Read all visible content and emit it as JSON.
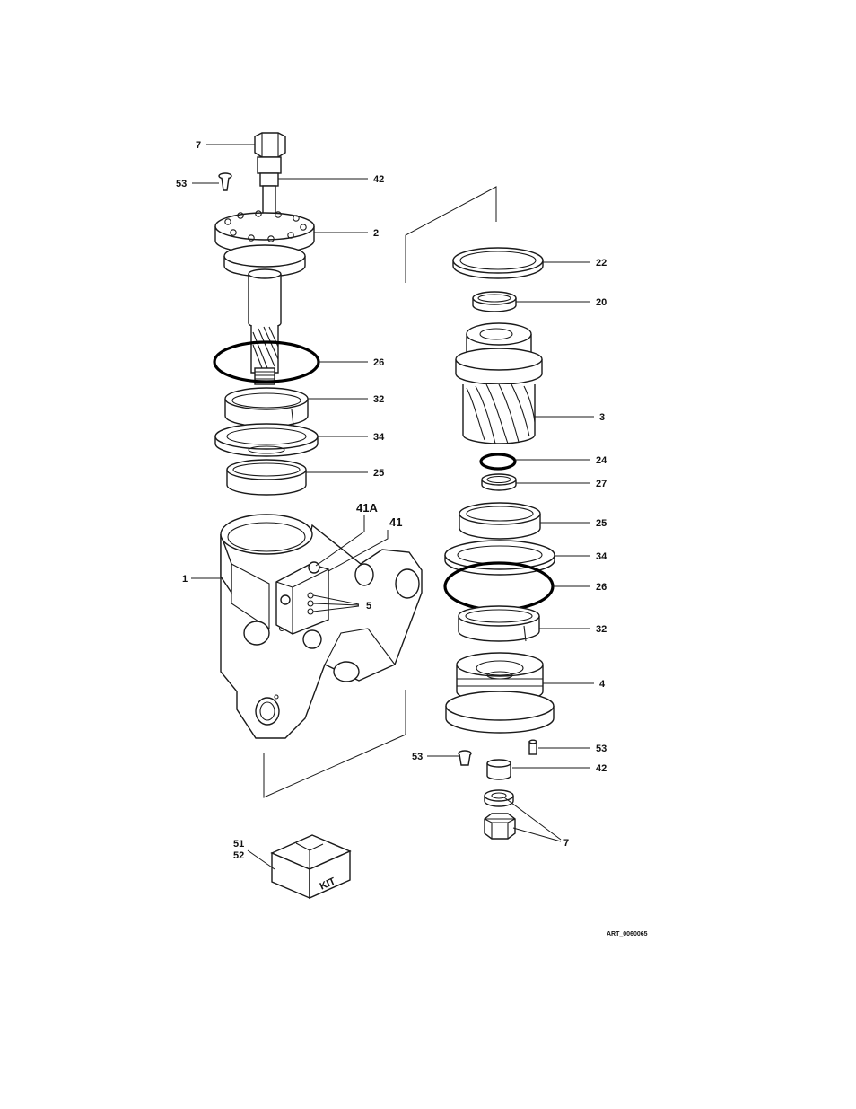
{
  "callouts": {
    "l_7": "7",
    "l_53": "53",
    "l_42": "42",
    "l_2": "2",
    "l_26": "26",
    "l_32": "32",
    "l_34": "34",
    "l_25": "25",
    "l_41A": "41A",
    "l_41": "41",
    "l_1": "1",
    "l_5": "5",
    "r_22": "22",
    "r_20": "20",
    "r_3": "3",
    "r_24": "24",
    "r_27": "27",
    "r_25": "25",
    "r_34": "34",
    "r_26": "26",
    "r_32": "32",
    "r_4": "4",
    "r_53_right": "53",
    "r_53_left": "53",
    "r_42": "42",
    "r_7": "7",
    "kit_51": "51",
    "kit_52": "52"
  },
  "kit_box_text": "KIT",
  "art_id": "ART_0060065"
}
